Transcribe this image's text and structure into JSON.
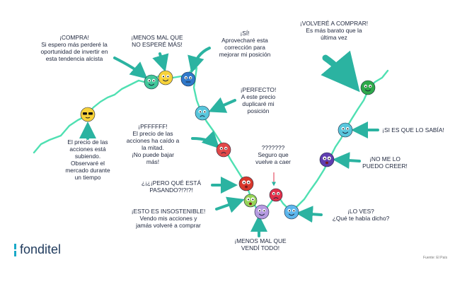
{
  "colors": {
    "line": "#4fe0b2",
    "arrow": "#2bb3a1",
    "text": "#222a40",
    "brand": "#1f3a5c",
    "brand_accent": "#1aa9c8"
  },
  "labels": {
    "compra": "¡COMPRA!\nSi espero más perderé la\noportunidad de invertir en\nesta tendencia alcista",
    "menos_mal": "¡MENOS MAL QUE\nNO ESPERÉ MÁS!",
    "si": "¡SÍ!\nAprovecharé esta\ncorrección para\nmejorar mi posición",
    "perfecto": "¡PERFECTO!\nA este precio\nduplicaré mi\nposición",
    "precio_subiendo": "El precio de las\nacciones está\nsubiendo.\nObservaré el\nmercado durante\nun tiempo",
    "pfff": "¡PFFFFFF!\nEl precio de las\nacciones ha caído a\nla mitad.\n¡No puede bajar\nmás!",
    "pero": "¿¡¿¡PERO QUÉ ESTÁ\nPASANDO?!?!?!",
    "insostenible": "¡ESTO ES INSOSTENIBLE!\nVendo mis acciones y\njamás volveré a comprar",
    "vendi": "¡MENOS MAL QUE\nVENDÍ TODO!",
    "seguro": "???????\nSeguro que\nvuelve a caer",
    "lo_ves": "¡LO VES?\n¿Qué te había dicho?",
    "no_me_lo": "¡NO ME LO\nPUEDO CREER!",
    "lo_sabia": "¡SI ES QUE LO SABÍA!",
    "volvere": "¡VOLVERÉ A COMPRAR!\nEs más barato que la\núltima vez"
  },
  "logo": {
    "text": "fonditel"
  },
  "source": "Fuente: El País",
  "emojis": [
    {
      "id": "cool",
      "name": "sunglasses-emoji",
      "fill": "#f7d23a"
    },
    {
      "id": "excited",
      "name": "excited-emoji",
      "fill": "#41c69a"
    },
    {
      "id": "happy",
      "name": "happy-emoji",
      "fill": "#f7d23a"
    },
    {
      "id": "calm",
      "name": "calm-emoji",
      "fill": "#2f78c9"
    },
    {
      "id": "worried",
      "name": "worried-emoji",
      "fill": "#58c6dc"
    },
    {
      "id": "angry",
      "name": "angry-emoji",
      "fill": "#e04848"
    },
    {
      "id": "shocked",
      "name": "shocked-emoji",
      "fill": "#d8382d"
    },
    {
      "id": "desperate",
      "name": "desperate-emoji",
      "fill": "#96d357"
    },
    {
      "id": "relieved",
      "name": "relieved-emoji",
      "fill": "#b59ae0"
    },
    {
      "id": "doubt",
      "name": "doubt-emoji",
      "fill": "#e0304a"
    },
    {
      "id": "smug",
      "name": "smug-emoji",
      "fill": "#5cb6ec"
    },
    {
      "id": "incredulous",
      "name": "incredulous-emoji",
      "fill": "#5f3eb0"
    },
    {
      "id": "knowing",
      "name": "knowing-emoji",
      "fill": "#58c6dc"
    },
    {
      "id": "determined",
      "name": "determined-emoji",
      "fill": "#2ea84a"
    }
  ]
}
